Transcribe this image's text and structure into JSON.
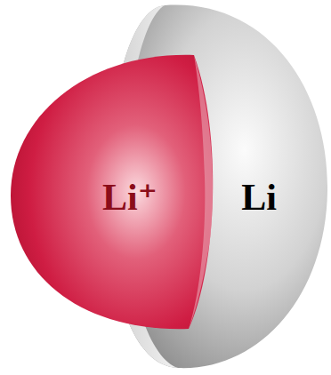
{
  "diagram": {
    "nodes": [
      {
        "text": [
          "Li"
        ]
      },
      {
        "text": [
          "Li⁺"
        ],
        "in": 0
      }
    ]
  }
}
